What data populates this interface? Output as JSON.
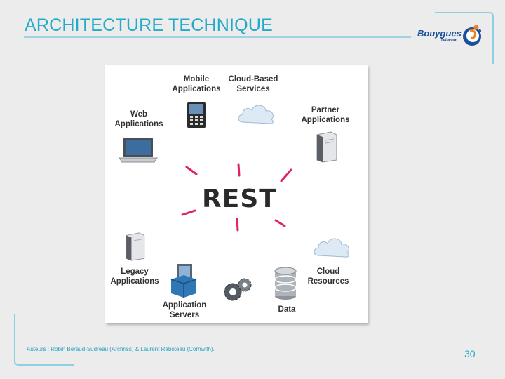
{
  "slide": {
    "title": "ARCHITECTURE TECHNIQUE",
    "page_number": "30",
    "footer": "Auteurs : Robin Béraud-Sudreau (Archriss) & Laurent Raboteau (Cornwith)."
  },
  "logo": {
    "brand": "Bouygues",
    "sub": "Telecom"
  },
  "diagram": {
    "center": "REST",
    "nodes": {
      "mobile": "Mobile\nApplications",
      "cloud_services": "Cloud-Based\nServices",
      "web": "Web\nApplications",
      "partner": "Partner\nApplications",
      "legacy": "Legacy\nApplications",
      "app_servers": "Application\nServers",
      "data": "Data",
      "cloud_resources": "Cloud\nResources"
    }
  },
  "colors": {
    "accent": "#22aac8",
    "rest_rays": "#e0245e",
    "brand_blue": "#1b4f9c",
    "brand_orange": "#f0821e"
  }
}
